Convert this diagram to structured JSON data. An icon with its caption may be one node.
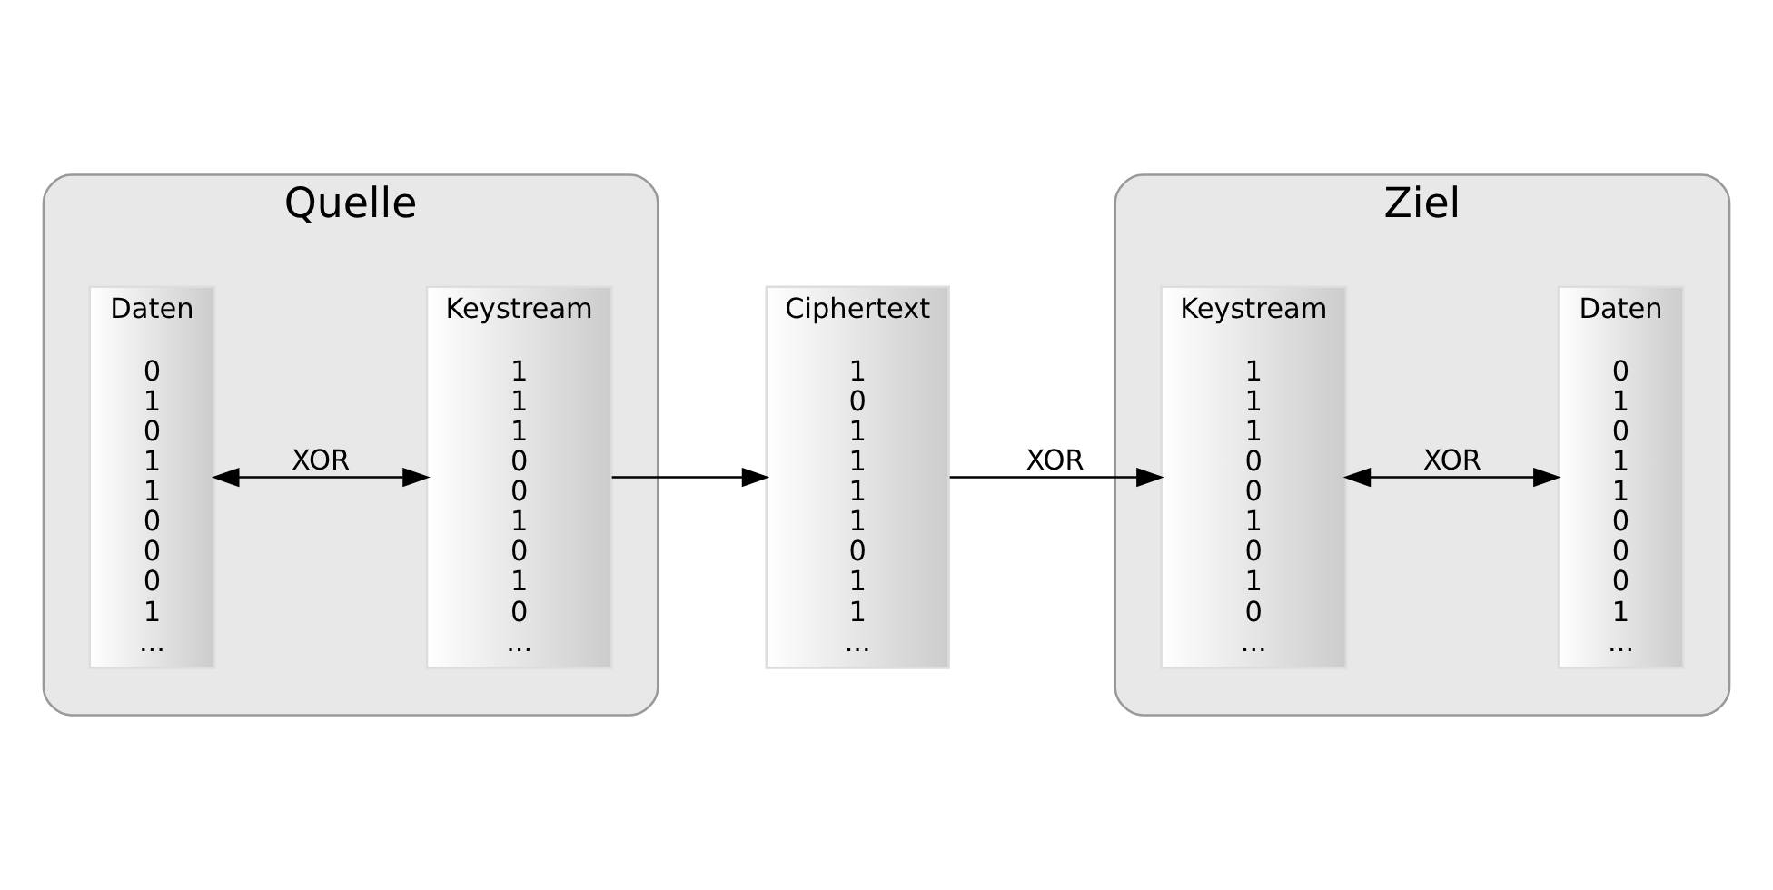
{
  "diagram": {
    "nodes": [
      {
        "text": [
          "Quelle"
        ]
      },
      {
        "text": [
          "Daten",
          "0 1 0 1 1 0 0 0 1 ..."
        ],
        "in": 0
      },
      {
        "text": [
          "Keystream",
          "1 1 1 0 0 1 0 1 0 ..."
        ],
        "in": 0
      },
      {
        "text": [
          "Ciphertext",
          "1 0 1 1 1 1 0 1 1 ..."
        ]
      },
      {
        "text": [
          "Ziel"
        ]
      },
      {
        "text": [
          "Keystream",
          "1 1 1 0 0 1 0 1 0 ..."
        ],
        "in": 4
      },
      {
        "text": [
          "Daten",
          "0 1 0 1 1 0 0 0 1 ..."
        ],
        "in": 4
      }
    ],
    "edges": [
      {
        "from": 1,
        "to": 2,
        "arrow": "both",
        "label": "XOR"
      },
      {
        "from": 2,
        "to": 3,
        "arrow": "to"
      },
      {
        "from": 3,
        "to": 5,
        "arrow": "to",
        "label": "XOR"
      },
      {
        "from": 5,
        "to": 6,
        "arrow": "both",
        "label": "XOR"
      }
    ]
  }
}
